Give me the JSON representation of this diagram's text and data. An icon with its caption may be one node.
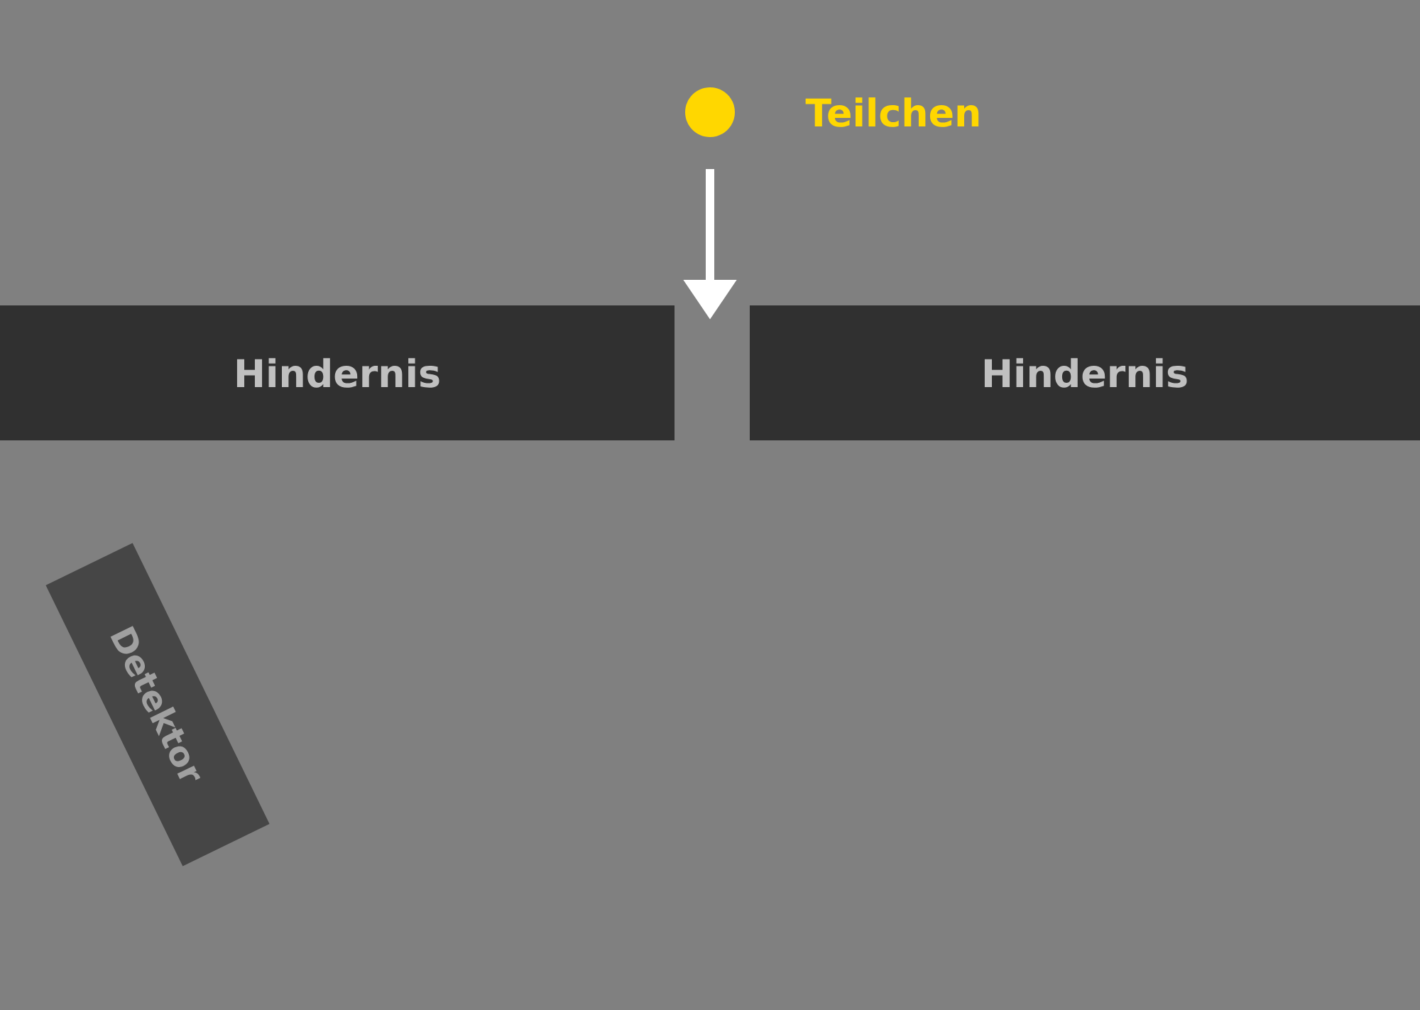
{
  "diagram": {
    "nodes": [
      {
        "text": [],
        "shape": "circle",
        "beside": [
          "Teilchen"
        ]
      },
      {
        "text": [
          "Hindernis"
        ]
      },
      {
        "text": [
          "Hindernis"
        ]
      },
      {
        "text": [
          "Detektor"
        ]
      }
    ]
  }
}
